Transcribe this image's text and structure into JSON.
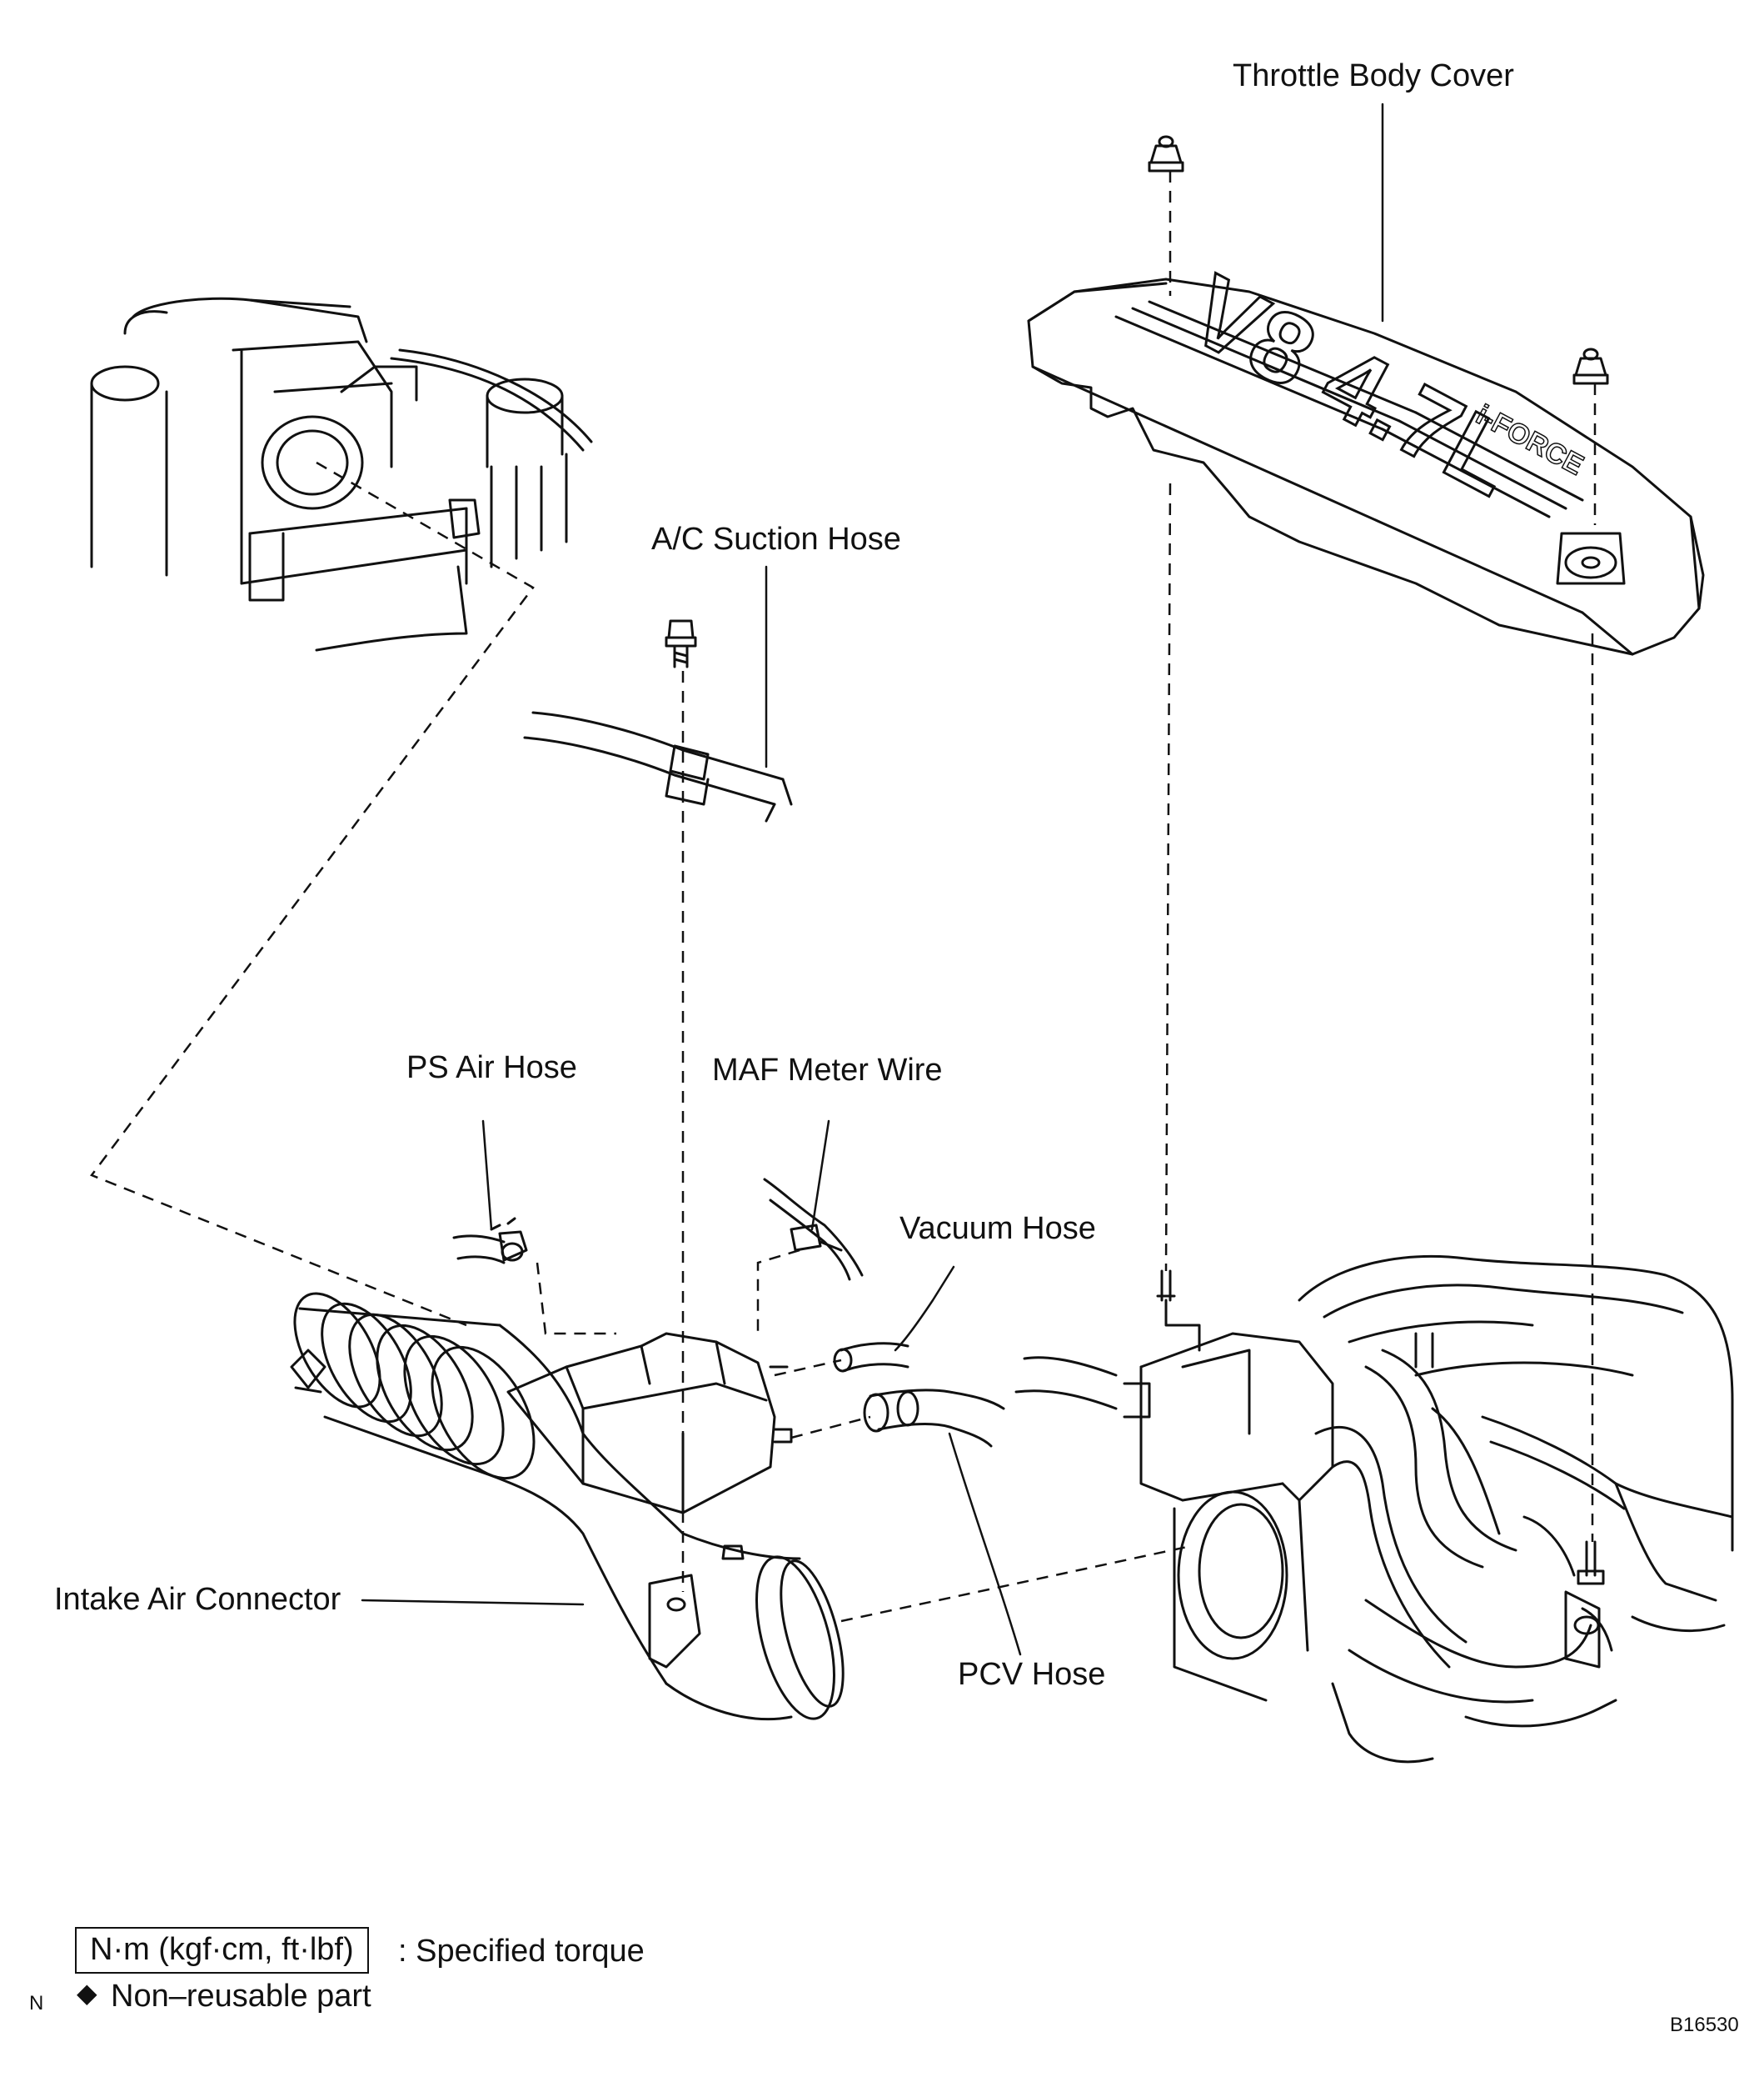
{
  "labels": {
    "throttle_body_cover": "Throttle Body Cover",
    "ac_suction_hose": "A/C Suction Hose",
    "ps_air_hose": "PS Air Hose",
    "maf_meter_wire": "MAF Meter Wire",
    "vacuum_hose": "Vacuum Hose",
    "intake_air_connector": "Intake Air Connector",
    "pcv_hose": "PCV Hose"
  },
  "cover_emboss": {
    "engine": "V8 4.7L",
    "brand": "i-FORCE"
  },
  "legend": {
    "torque_unit": "N·m (kgf·cm, ft·lbf)",
    "torque_text": ": Specified torque",
    "nonreusable_symbol": "◆",
    "nonreusable_text": "Non–reusable part",
    "corner_mark": "N"
  },
  "figure_code": "B16530"
}
